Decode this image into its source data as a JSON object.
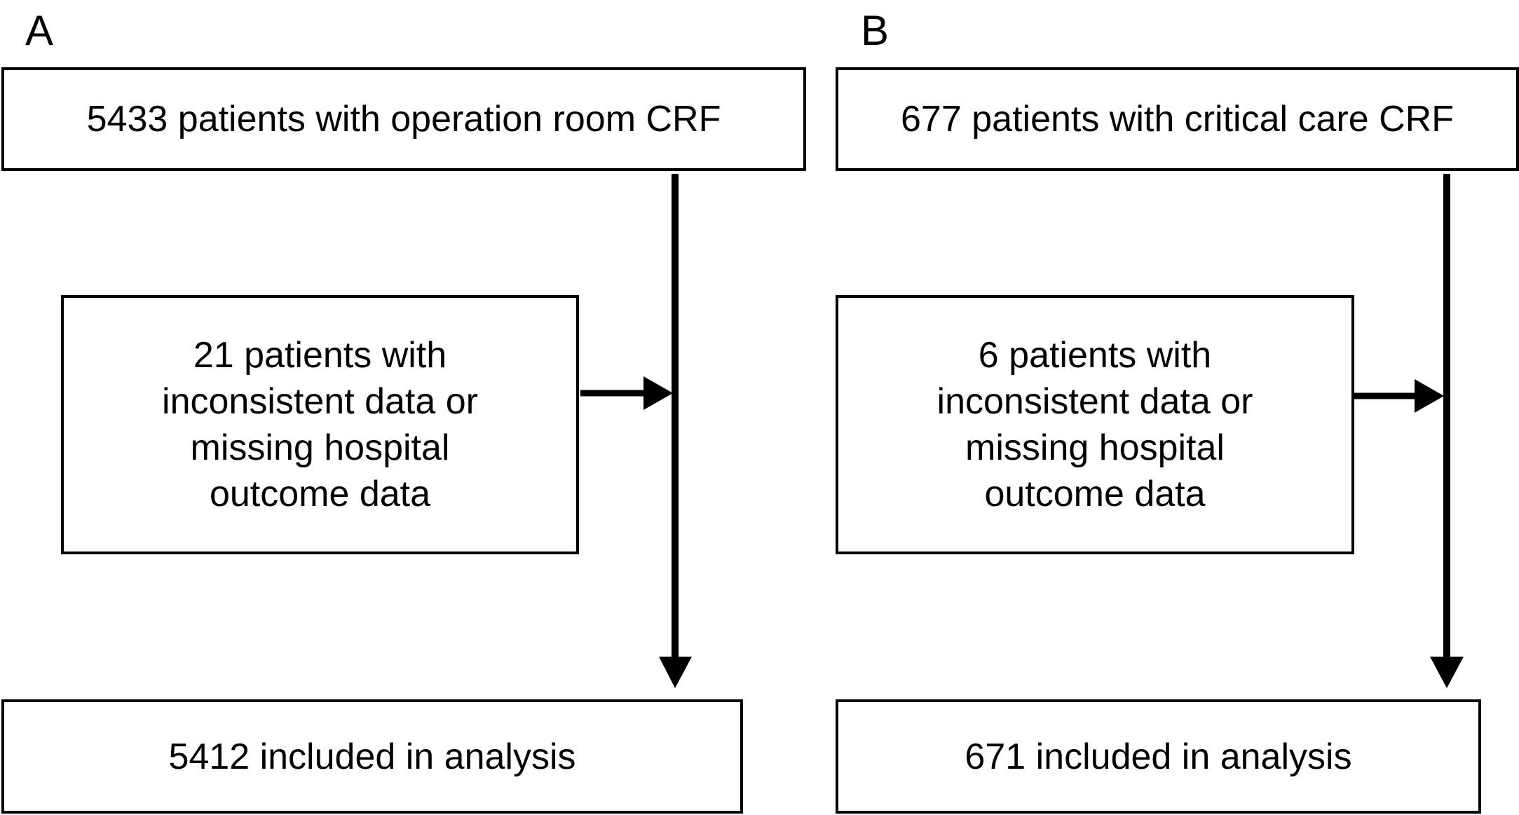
{
  "panels": {
    "a": {
      "letter": "A",
      "top_box": "5433 patients with operation room CRF",
      "exclusion_box": "21 patients with\ninconsistent data or\nmissing hospital\noutcome data",
      "bottom_box": "5412 included in analysis"
    },
    "b": {
      "letter": "B",
      "top_box": "677 patients with critical care CRF",
      "exclusion_box": "6 patients with\ninconsistent data or\nmissing hospital\noutcome data",
      "bottom_box": "671 included in analysis"
    }
  }
}
